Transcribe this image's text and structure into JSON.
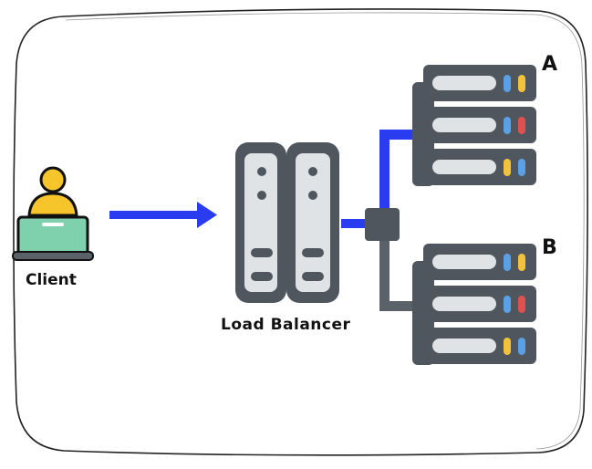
{
  "labels": {
    "client": "Client",
    "load_balancer": "Load Balancer",
    "server_a": "A",
    "server_b": "B"
  },
  "icons": {
    "client": "user-laptop-icon",
    "load_balancer": "load-balancer-icon",
    "server_a": "server-rack-icon",
    "server_b": "server-rack-icon"
  },
  "colors": {
    "active_connection": "#2a3cf0",
    "idle_connection": "#5a6168",
    "server_body": "#4f565d",
    "server_light": "#dfe3e6",
    "led_blue": "#5aa0e6",
    "led_yellow": "#f2c23c",
    "led_red": "#e05050",
    "user_head": "#f6c42b",
    "laptop": "#7fd1ae"
  }
}
